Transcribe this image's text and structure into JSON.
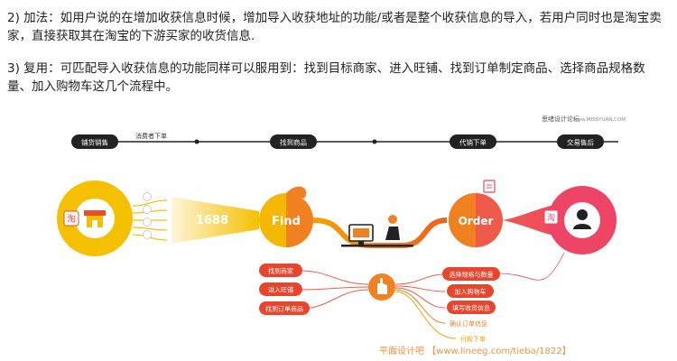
{
  "paragraphs": [
    "2) 加法：如用户说的在增加收获信息时候，增加导入收获地址的功能/或者是整个收获信息的导入，若用户同时也是淘宝卖家，直接获取其在淘宝的下游买家的收货信息.",
    "3) 复用：可匹配导入收获信息的功能同样可以服用到：找到目标商家、进入旺铺、找到订单制定商品、选择商品规格数量、加入购物车这几个流程中。"
  ],
  "figure": {
    "brand_label": "思绪设计论坛",
    "brand_url": "www.MISSYUAN.COM",
    "timeline": {
      "stages": [
        "铺货销售",
        "找到商品",
        "代销下单",
        "交易售后"
      ],
      "note": "消费者下单"
    },
    "nodes": {
      "shop_icon_char": "淘",
      "funnel_label": "1688",
      "find_label": "Find",
      "order_label": "Order",
      "user_icon_char": "淘"
    },
    "left_actions": [
      "找到商家",
      "进入旺铺",
      "找到订单商品"
    ],
    "right_actions": [
      "选择规格与数量",
      "加入购物车",
      "填写收货信息",
      "确认订单信息",
      "付款下单"
    ],
    "colors": {
      "yellow": "#f5c000",
      "orange": "#f08020",
      "coral": "#f05a4a",
      "pink": "#ee4566",
      "dark": "#222222"
    },
    "watermark": "平面设计吧 【www.lineeg.com/tieba/1822】"
  }
}
